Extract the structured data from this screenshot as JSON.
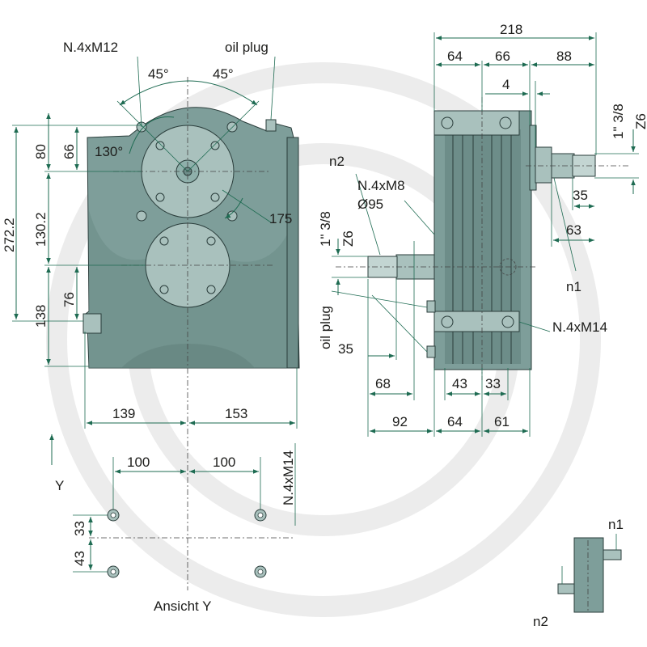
{
  "labels": {
    "bolt_top": "N.4xM12",
    "oil_plug_top": "oil plug",
    "angle_left": "45°",
    "angle_right": "45°",
    "angle_130": "130°",
    "radius_175": "175",
    "dim_80": "80",
    "dim_66": "66",
    "dim_272": "272.2",
    "dim_130": "130.2",
    "dim_138": "138",
    "dim_76": "76",
    "dim_139": "139",
    "dim_153": "153",
    "dim_218": "218",
    "dim_64_top": "64",
    "dim_66_top": "66",
    "dim_88": "88",
    "dim_4": "4",
    "shaft_in": "1\" 3/8",
    "spline_in": "Z6",
    "dim_35_right": "35",
    "dim_63": "63",
    "n1": "n1",
    "n2": "n2",
    "bolt_m8": "N.4xM8",
    "dia_95": "Ø95",
    "shaft_out": "1\" 3/8",
    "spline_out": "Z6",
    "oil_plug_side": "oil plug",
    "dim_35_left": "35",
    "bolt_m14_side": "N.4xM14",
    "dim_68": "68",
    "dim_43": "43",
    "dim_33": "33",
    "dim_92": "92",
    "dim_64_bot": "64",
    "dim_61": "61",
    "y_arrow": "Y",
    "dim_100_left": "100",
    "dim_100_right": "100",
    "bolt_m14_base": "N.4xM14",
    "dim_33_base": "33",
    "dim_43_base": "43",
    "view_caption": "Ansicht Y",
    "n1_schema": "n1",
    "n2_schema": "n2"
  },
  "colors": {
    "housing": "#7e9e9a",
    "housing_dark": "#6d8d89",
    "housing_light": "#a9c1bd",
    "dimension_line": "#1e6b52",
    "watermark": "#ececec"
  }
}
